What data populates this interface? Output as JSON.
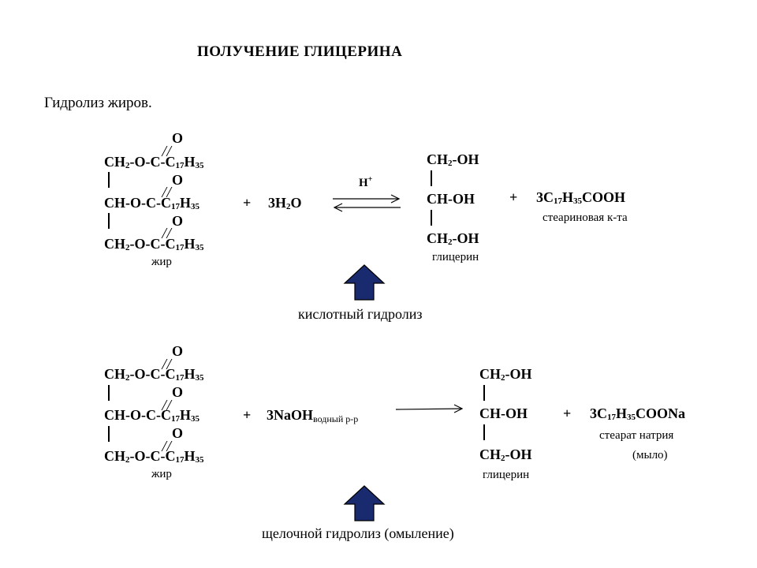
{
  "title": "ПОЛУЧЕНИЕ ГЛИЦЕРИНА",
  "intro": "Гидролиз жиров.",
  "acid": {
    "fat_lines": [
      {
        "a": "CH",
        "s1": "2",
        "b": "-O-C-C",
        "s2": "17",
        "c": "H",
        "s3": "35"
      },
      {
        "a": "CH",
        "s1": "",
        "b": "-O-C-C",
        "s2": "17",
        "c": "H",
        "s3": "35"
      },
      {
        "a": "CH",
        "s1": "2",
        "b": "-O-C-C",
        "s2": "17",
        "c": "H",
        "s3": "35"
      }
    ],
    "o_symbol": "O",
    "fat_label": "жир",
    "plus": "+",
    "water": {
      "a": "3H",
      "s": "2",
      "b": "O"
    },
    "catalyst": {
      "a": "H",
      "sup": "+"
    },
    "glycerol_lines": [
      {
        "a": "CH",
        "s": "2",
        "b": "-OH"
      },
      {
        "a": "CH",
        "s": "",
        "b": "-OH"
      },
      {
        "a": "CH",
        "s": "2",
        "b": "-OH"
      }
    ],
    "glycerol_label": "глицерин",
    "product": {
      "a": "3C",
      "s1": "17",
      "b": "H",
      "s2": "35",
      "c": "COOH"
    },
    "product_label": "стеариновая к-та",
    "caption": "кислотный гидролиз"
  },
  "alkaline": {
    "fat_lines": [
      {
        "a": "CH",
        "s1": "2",
        "b": "-O-C-C",
        "s2": "17",
        "c": "H",
        "s3": "35"
      },
      {
        "a": "CH",
        "s1": "",
        "b": "-O-C-C",
        "s2": "17",
        "c": "H",
        "s3": "35"
      },
      {
        "a": "CH",
        "s1": "2",
        "b": "-O-C-C",
        "s2": "17",
        "c": "H",
        "s3": "35"
      }
    ],
    "o_symbol": "O",
    "fat_label": "жир",
    "plus": "+",
    "reagent": {
      "a": "3NaOH",
      "sub": "водный р-р"
    },
    "glycerol_lines": [
      {
        "a": "CH",
        "s": "2",
        "b": "-OH"
      },
      {
        "a": "CH",
        "s": "",
        "b": "-OH"
      },
      {
        "a": "CH",
        "s": "2",
        "b": "-OH"
      }
    ],
    "glycerol_label": "глицерин",
    "product": {
      "a": "3C",
      "s1": "17",
      "b": "H",
      "s2": "35",
      "c": "COONa"
    },
    "product_label": "стеарат натрия",
    "product_note": "(мыло)",
    "caption": "щелочной гидролиз (омыление)"
  },
  "colors": {
    "up_arrow": "#1a2a6e"
  }
}
